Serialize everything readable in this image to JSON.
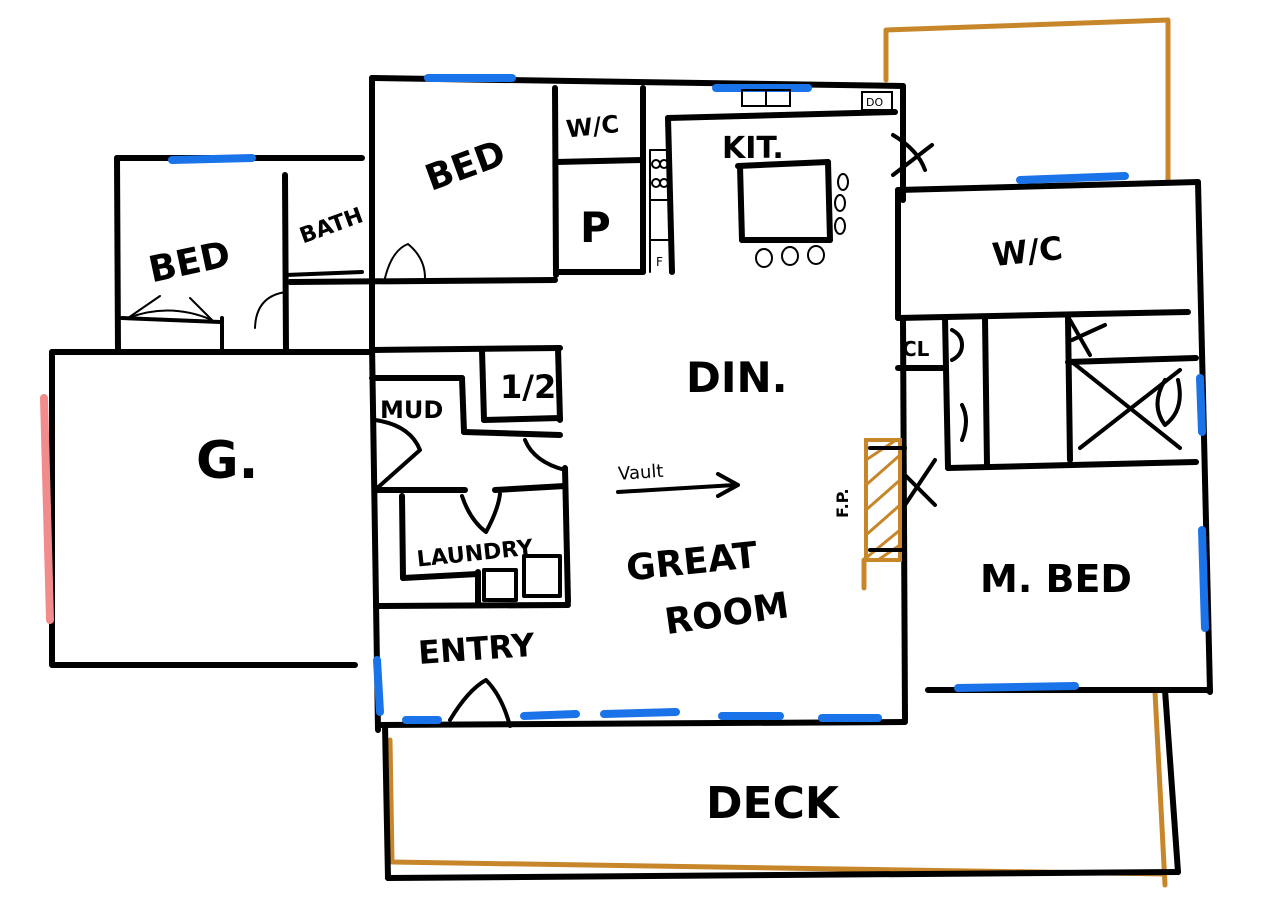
{
  "labels": {
    "bed_left": "BED",
    "bath": "BATH",
    "bed_top": "BED",
    "wic_top": "W/C",
    "pantry": "P",
    "kitchen": "KIT.",
    "fridge": "F",
    "dishwasher": "DO",
    "wic_right": "W/C",
    "garage": "G.",
    "mud": "MUD",
    "half_bath": "1/2",
    "dining": "DIN.",
    "vault": "Vault",
    "laundry": "LAUNDRY",
    "great_room": "GREAT",
    "great_room_2": "ROOM",
    "entry": "ENTRY",
    "closet": "CL",
    "master_bed": "M. BED",
    "fireplace": "F.P.",
    "deck": "DECK"
  },
  "colors": {
    "walls": "#000000",
    "windows": "#1a73e8",
    "deck_outline": "#c8862a",
    "garage_door": "#f28b8b",
    "fireplace": "#c8862a"
  }
}
